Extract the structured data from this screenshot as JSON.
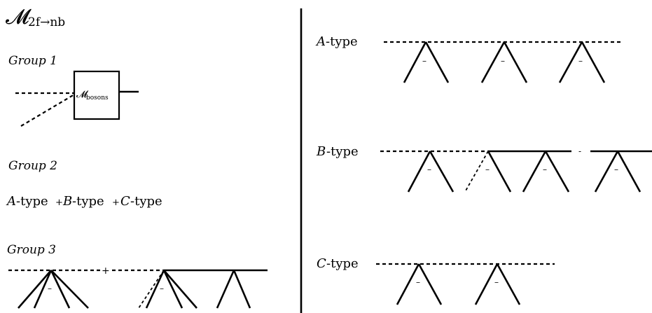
{
  "title": {
    "main": "𝓜",
    "sub": "2f→nb"
  },
  "left": {
    "group1": "Group 1",
    "box_label_main": "𝓜",
    "box_label_sub": "bosons",
    "group2": "Group 2",
    "types_line": {
      "a_letter": "A",
      "a_rest": "-type",
      "plus1": "+",
      "b_letter": "B",
      "b_rest": "-type",
      "plus2": "+",
      "c_letter": "C",
      "c_rest": "-type"
    },
    "group3": "Group 3",
    "group3_plus": "+",
    "bar1": "–",
    "bar2": "–"
  },
  "right": {
    "a": {
      "letter": "A",
      "rest": "-type",
      "bar1": "–",
      "bar2": "–",
      "bar3": "–"
    },
    "b": {
      "letter": "B",
      "rest": "-type",
      "bar1": "–",
      "bar2": "–",
      "bar3": "–",
      "bar4": "–",
      "gap": "-"
    },
    "c": {
      "letter": "C",
      "rest": "-type",
      "bar1": "–",
      "bar2": "–"
    }
  }
}
